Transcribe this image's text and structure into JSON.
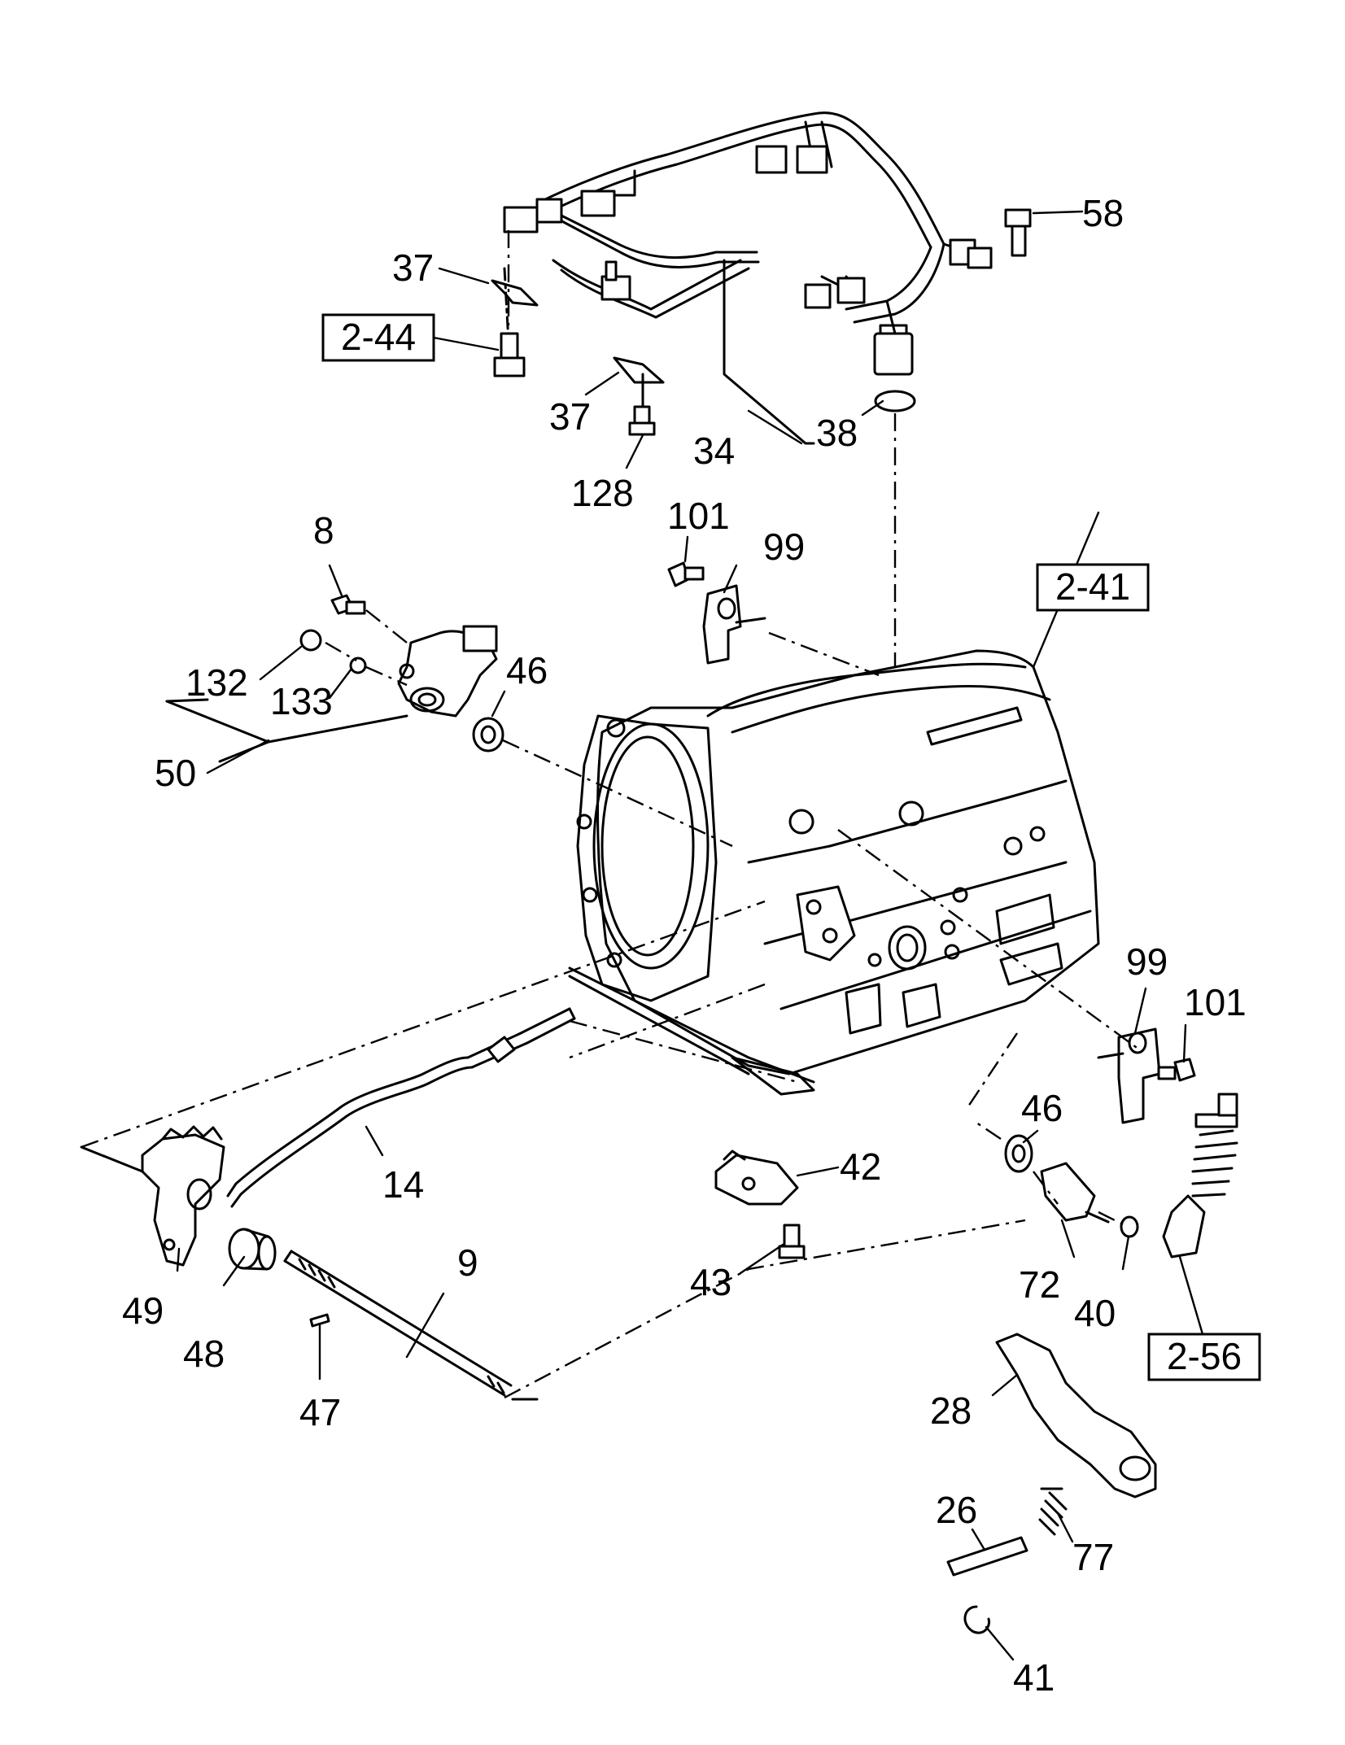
{
  "labels": {
    "p58": "58",
    "p37a": "37",
    "p37b": "37",
    "p34": "34",
    "p38": "38",
    "p128": "128",
    "p101a": "101",
    "p99a": "99",
    "p8": "8",
    "p132": "132",
    "p133": "133",
    "p50": "50",
    "p46a": "46",
    "p99b": "99",
    "p101b": "101",
    "p46b": "46",
    "p14": "14",
    "p42": "42",
    "p43": "43",
    "p49": "49",
    "p48": "48",
    "p9": "9",
    "p47": "47",
    "p72": "72",
    "p40": "40",
    "p28": "28",
    "p26": "26",
    "p77": "77",
    "p41": "41"
  },
  "refs": {
    "r244": "2-44",
    "r241": "2-41",
    "r256": "2-56"
  }
}
